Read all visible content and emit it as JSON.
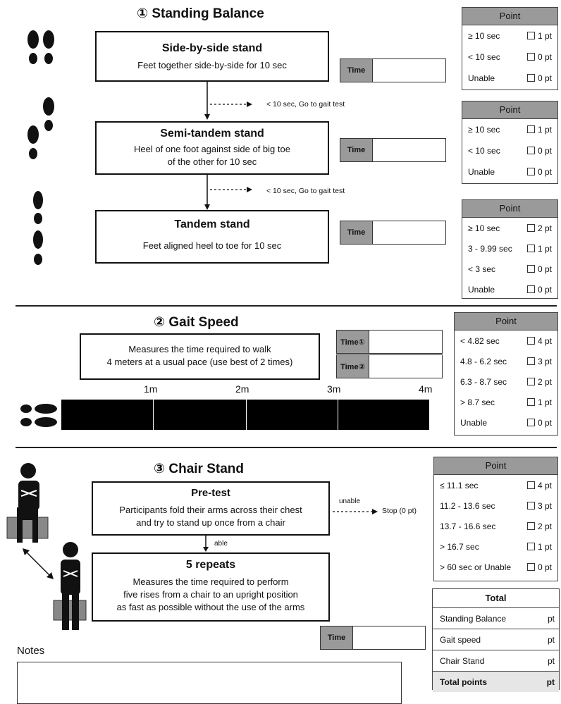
{
  "sections": {
    "balance_title": "① Standing Balance",
    "gait_title": "② Gait Speed",
    "chair_title": "③ Chair Stand"
  },
  "balance": {
    "side": {
      "title": "Side-by-side stand",
      "desc": "Feet together side-by-side for 10 sec"
    },
    "semi": {
      "title": "Semi-tandem stand",
      "desc_line1": "Heel of one foot against side of big toe",
      "desc_line2": "of the other for 10 sec"
    },
    "tandem": {
      "title": "Tandem stand",
      "desc": "Feet aligned heel to toe for 10 sec"
    },
    "goto_note": "< 10 sec, Go to gait test"
  },
  "time_label": "Time",
  "time1_label": "Time①",
  "time2_label": "Time②",
  "point_header": "Point",
  "points": {
    "side": [
      {
        "cond": "≥ 10 sec",
        "pt": "1 pt"
      },
      {
        "cond": "< 10 sec",
        "pt": "0 pt"
      },
      {
        "cond": "Unable",
        "pt": "0 pt"
      }
    ],
    "semi": [
      {
        "cond": "≥ 10 sec",
        "pt": "1 pt"
      },
      {
        "cond": "< 10 sec",
        "pt": "0 pt"
      },
      {
        "cond": "Unable",
        "pt": "0 pt"
      }
    ],
    "tandem": [
      {
        "cond": "≥ 10 sec",
        "pt": "2 pt"
      },
      {
        "cond": "3 - 9.99 sec",
        "pt": "1 pt"
      },
      {
        "cond": "< 3 sec",
        "pt": "0 pt"
      },
      {
        "cond": "Unable",
        "pt": "0 pt"
      }
    ],
    "gait": [
      {
        "cond": "< 4.82 sec",
        "pt": "4 pt"
      },
      {
        "cond": "4.8 - 6.2 sec",
        "pt": "3 pt"
      },
      {
        "cond": "6.3 - 8.7 sec",
        "pt": "2 pt"
      },
      {
        "cond": "> 8.7 sec",
        "pt": "1 pt"
      },
      {
        "cond": "Unable",
        "pt": "0 pt"
      }
    ],
    "chair": [
      {
        "cond": "≤ 11.1 sec",
        "pt": "4 pt"
      },
      {
        "cond": "11.2 - 13.6 sec",
        "pt": "3 pt"
      },
      {
        "cond": "13.7 - 16.6 sec",
        "pt": "2 pt"
      },
      {
        "cond": "> 16.7 sec",
        "pt": "1 pt"
      },
      {
        "cond": "> 60 sec or Unable",
        "pt": "0 pt"
      }
    ]
  },
  "gait": {
    "desc_line1": "Measures the time required to walk",
    "desc_line2": "4 meters at a usual pace (use best of 2 times)",
    "markers": [
      "1m",
      "2m",
      "3m",
      "4m"
    ]
  },
  "chair": {
    "pretest_title": "Pre-test",
    "pretest_line1": "Participants fold their arms across their chest",
    "pretest_line2": "and try to stand up once from a chair",
    "unable_label": "unable",
    "stop_label": "Stop (0 pt)",
    "able_label": "able",
    "repeats_title": "5 repeats",
    "repeats_line1": "Measures the time required to perform",
    "repeats_line2": "five rises from a chair to an upright position",
    "repeats_line3": "as fast as possible without the use of the arms"
  },
  "total": {
    "header": "Total",
    "rows": [
      {
        "label": "Standing Balance",
        "unit": "pt"
      },
      {
        "label": "Gait speed",
        "unit": "pt"
      },
      {
        "label": "Chair Stand",
        "unit": "pt"
      },
      {
        "label": "Total points",
        "unit": "pt"
      }
    ]
  },
  "notes_label": "Notes"
}
